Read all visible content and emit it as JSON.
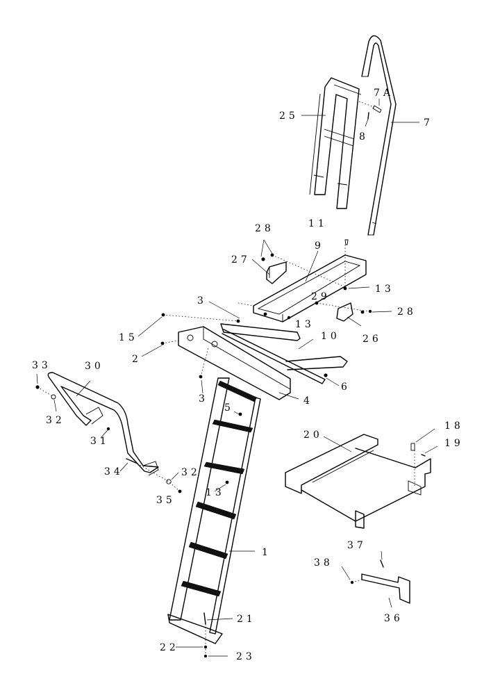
{
  "callouts": [
    {
      "id": "c1",
      "text": "1"
    },
    {
      "id": "c2",
      "text": "2"
    },
    {
      "id": "c3a",
      "text": "3"
    },
    {
      "id": "c3b",
      "text": "3"
    },
    {
      "id": "c4",
      "text": "4"
    },
    {
      "id": "c5",
      "text": "5"
    },
    {
      "id": "c6",
      "text": "6"
    },
    {
      "id": "c7",
      "text": "7"
    },
    {
      "id": "c7a",
      "text": "7A"
    },
    {
      "id": "c8",
      "text": "8"
    },
    {
      "id": "c9",
      "text": "9"
    },
    {
      "id": "c10",
      "text": "10"
    },
    {
      "id": "c11",
      "text": "11"
    },
    {
      "id": "c13a",
      "text": "13"
    },
    {
      "id": "c13b",
      "text": "13"
    },
    {
      "id": "c13c",
      "text": "13"
    },
    {
      "id": "c15",
      "text": "15"
    },
    {
      "id": "c18",
      "text": "18"
    },
    {
      "id": "c19",
      "text": "19"
    },
    {
      "id": "c20",
      "text": "20"
    },
    {
      "id": "c21",
      "text": "21"
    },
    {
      "id": "c22",
      "text": "22"
    },
    {
      "id": "c23",
      "text": "23"
    },
    {
      "id": "c25",
      "text": "25"
    },
    {
      "id": "c26",
      "text": "26"
    },
    {
      "id": "c27",
      "text": "27"
    },
    {
      "id": "c28a",
      "text": "28"
    },
    {
      "id": "c28b",
      "text": "28"
    },
    {
      "id": "c29",
      "text": "29"
    },
    {
      "id": "c30",
      "text": "30"
    },
    {
      "id": "c31",
      "text": "31"
    },
    {
      "id": "c32a",
      "text": "32"
    },
    {
      "id": "c32b",
      "text": "32"
    },
    {
      "id": "c33",
      "text": "33"
    },
    {
      "id": "c34",
      "text": "34"
    },
    {
      "id": "c35",
      "text": "35"
    },
    {
      "id": "c36",
      "text": "36"
    },
    {
      "id": "c37",
      "text": "37"
    },
    {
      "id": "c38",
      "text": "38"
    }
  ]
}
